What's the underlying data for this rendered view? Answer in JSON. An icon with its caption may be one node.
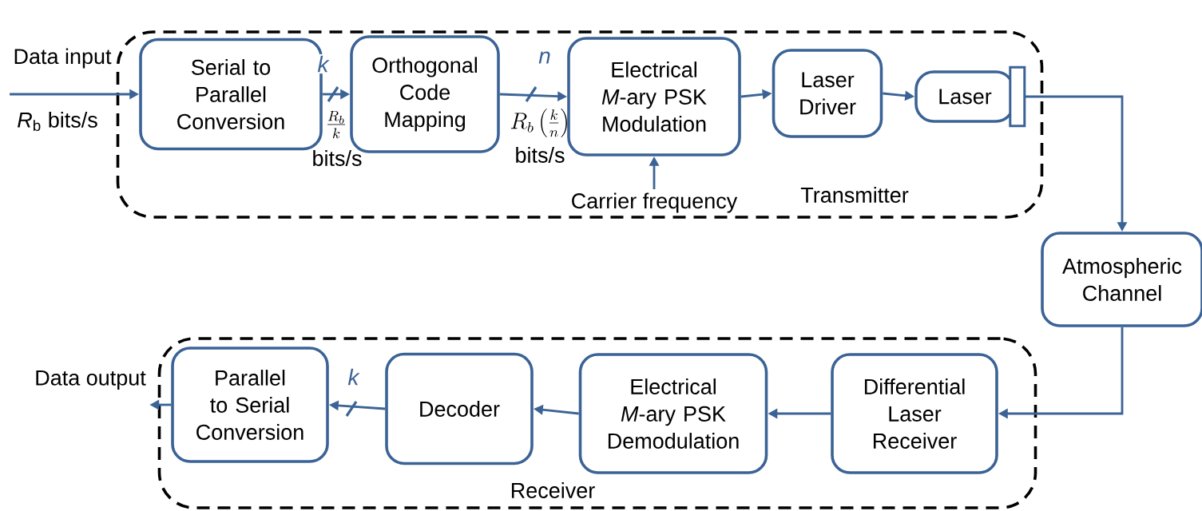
{
  "diagram": {
    "nodes": [
      {
        "text": [
          "Transmitter"
        ]
      },
      {
        "text": [
          "Serial to Parallel Conversion"
        ],
        "in": 0
      },
      {
        "text": [
          "Orthogonal Code Mapping"
        ],
        "in": 0
      },
      {
        "text": [
          "Electrical *M*-ary PSK Modulation"
        ],
        "in": 0
      },
      {
        "text": [
          "Laser Driver"
        ],
        "in": 0
      },
      {
        "text": [
          "Laser"
        ],
        "in": 0
      },
      {
        "text": [
          "Carrier frequency"
        ],
        "in": 0
      },
      {
        "text": [
          "Atmospheric Channel"
        ]
      },
      {
        "text": [
          "Receiver"
        ]
      },
      {
        "text": [
          "Differential Laser Receiver"
        ],
        "in": 8
      },
      {
        "text": [
          "Electrical *M*-ary PSK Demodulation"
        ],
        "in": 8
      },
      {
        "text": [
          "Decoder"
        ],
        "in": 8
      },
      {
        "text": [
          "Parallel to Serial Conversion"
        ],
        "in": 8
      },
      {
        "text": [
          "Data input"
        ]
      },
      {
        "text": [
          "Data output"
        ]
      }
    ],
    "edges": [
      {
        "from": 13,
        "to": 1,
        "arrow": "to"
      },
      {
        "from": 1,
        "to": 2,
        "arrow": "to",
        "label": "*k*"
      },
      {
        "from": 2,
        "to": 3,
        "arrow": "to",
        "label": "*n*"
      },
      {
        "from": 3,
        "to": 4,
        "arrow": "to"
      },
      {
        "from": 4,
        "to": 5,
        "arrow": "to"
      },
      {
        "from": 6,
        "to": 3,
        "arrow": "to"
      },
      {
        "from": 5,
        "to": 7,
        "arrow": "to"
      },
      {
        "from": 7,
        "to": 9,
        "arrow": "to"
      },
      {
        "from": 9,
        "to": 10,
        "arrow": "to"
      },
      {
        "from": 10,
        "to": 11,
        "arrow": "to"
      },
      {
        "from": 11,
        "to": 12,
        "arrow": "to",
        "label": "*k*"
      },
      {
        "from": 12,
        "to": 14,
        "arrow": "to"
      }
    ],
    "labels": [
      "*R*$_{b}$ bits/s",
      "\\frac{R_b}{k}",
      "bits/s",
      "R_b\\left(\\frac{k}{n}\\right)",
      "bits/s"
    ]
  }
}
